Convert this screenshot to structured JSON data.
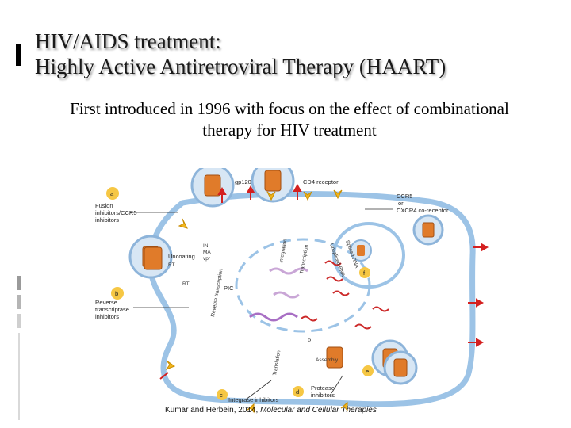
{
  "slide": {
    "title_line1": "HIV/AIDS treatment:",
    "title_line2": "Highly Active Antiretroviral Therapy (HAART)",
    "subtitle": "First introduced in 1996 with focus on the effect of combinational therapy for HIV treatment",
    "citation_authors": "Kumar and Herbein, 2014,",
    "citation_journal": "Molecular and Cellular Therapies"
  },
  "figure": {
    "labels": {
      "gp120": "gp120",
      "cd4": "CD4 receptor",
      "ccr5": "CCR5",
      "or": "or",
      "cxcr4": "CXCR4 co-receptor",
      "fusion_1": "Fusion",
      "fusion_2": "inhibitors/CCR5",
      "fusion_3": "inhibitors",
      "uncoating": "Uncoating",
      "rt1": "RT",
      "rt2": "RT",
      "in": "IN",
      "ma": "MA",
      "vpr": "vpr",
      "pic": "PIC",
      "rti_1": "Reverse",
      "rti_2": "transcriptase",
      "rti_3": "inhibitors",
      "rev_tx": "Reverse transcription",
      "integration": "Integration",
      "transcription": "Transcription",
      "unspliced": "Unspliced RNA",
      "spliced": "Spliced RNA",
      "translation": "Translation",
      "p": "P",
      "assembly": "Assembly",
      "pi_1": "Protease",
      "pi_2": "inhibitors",
      "ii": "Integrase inhibitors"
    },
    "markers": {
      "a": "a",
      "b": "b",
      "c": "c",
      "d": "d",
      "e": "e",
      "f": "f"
    }
  },
  "colors": {
    "membrane": "#9cc3e6",
    "capsid": "#e07b2a",
    "virion": "#b9d3ec",
    "spike_green": "#3a8a3a",
    "cd4_red": "#d42020",
    "ccr5_yellow": "#f2b51c",
    "marker": "#f6c744",
    "dna": "#c9a6d6",
    "rna": "#cc2a2a"
  }
}
